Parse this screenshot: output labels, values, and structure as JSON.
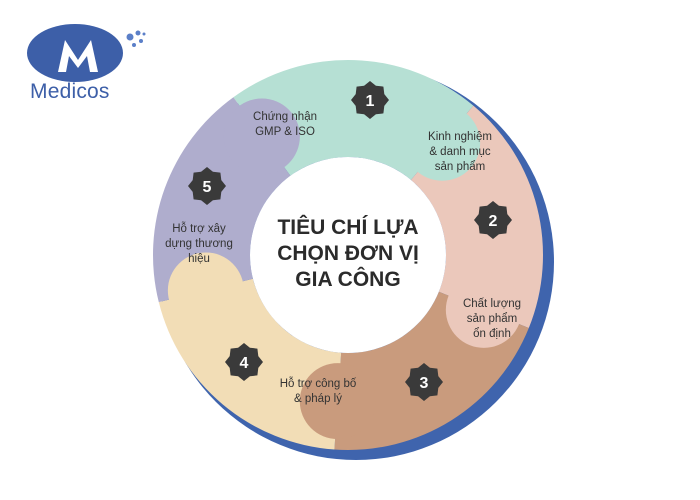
{
  "logo": {
    "name": "Medicos",
    "colors": {
      "primary": "#3d5fa8",
      "dots": "#5b7fc8"
    }
  },
  "center": {
    "lines": [
      "TIÊU CHÍ LỰA",
      "CHỌN ĐƠN VỊ",
      "GIA CÔNG"
    ]
  },
  "segments": [
    {
      "number": "1",
      "lines": [
        "Chứng nhận",
        "GMP & ISO"
      ],
      "color": "#b6e0d4"
    },
    {
      "number": "2",
      "lines": [
        "Kinh nghiệm",
        "& danh mục",
        "sản phẩm"
      ],
      "color": "#ebc8bb"
    },
    {
      "number": "3",
      "lines": [
        "Chất lượng",
        "sản phẩm",
        "ổn định"
      ],
      "color": "#c99b7d"
    },
    {
      "number": "4",
      "lines": [
        "Hỗ trợ công bố",
        "& pháp lý"
      ],
      "color": "#f2ddb6"
    },
    {
      "number": "5",
      "lines": [
        "Hỗ trợ xây",
        "dựng thương",
        "hiệu"
      ],
      "color": "#afadcd"
    }
  ],
  "colors": {
    "ring_shadow": "#3f64ad",
    "badge": "#3a3a3a"
  }
}
